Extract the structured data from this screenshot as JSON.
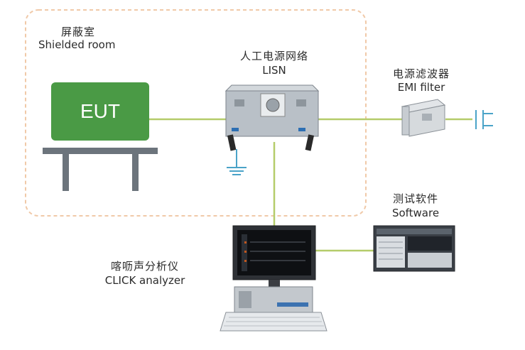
{
  "shielded_room": {
    "cn": "屏蔽室",
    "en": "Shielded room"
  },
  "eut": {
    "label": "EUT"
  },
  "lisn": {
    "cn": "人工电源网络",
    "en": "LISN"
  },
  "emi_filter": {
    "cn": "电源滤波器",
    "en": "EMI filter"
  },
  "software": {
    "cn": "测试软件",
    "en": "Software"
  },
  "click_analyzer": {
    "cn": "喀呖声分析仪",
    "en": "CLICK analyzer"
  },
  "colors": {
    "cable": "#b5cc6a",
    "eut_fill": "#4a9a45",
    "room_border": "#f0c9a8",
    "ground": "#4aa3c8"
  }
}
